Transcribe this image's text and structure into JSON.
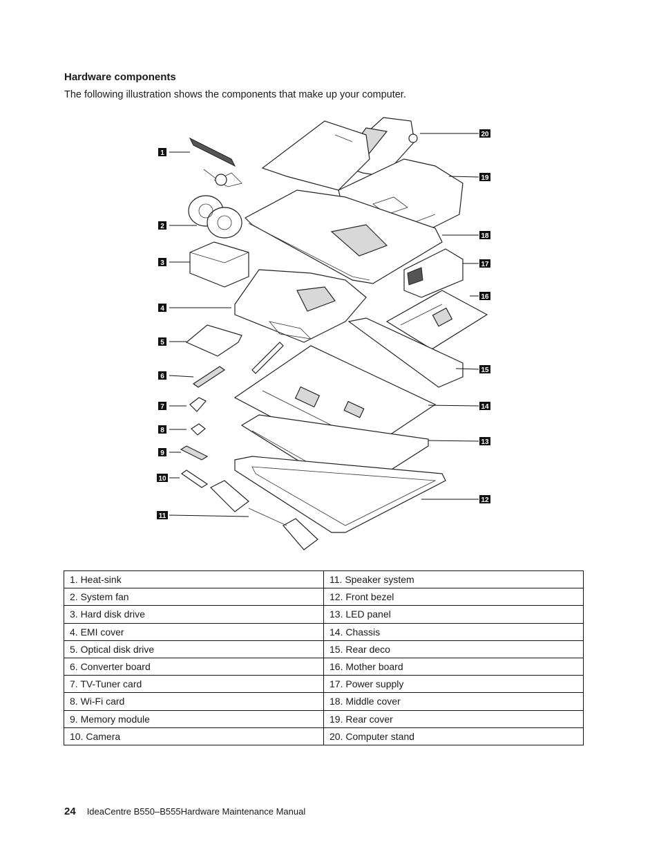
{
  "heading": "Hardware components",
  "intro": "The following illustration shows the components that make up your computer.",
  "callouts": [
    "1",
    "2",
    "3",
    "4",
    "5",
    "6",
    "7",
    "8",
    "9",
    "10",
    "11",
    "12",
    "13",
    "14",
    "15",
    "16",
    "17",
    "18",
    "19",
    "20"
  ],
  "rows": [
    [
      "1.  Heat-sink",
      "11.  Speaker system"
    ],
    [
      "2.  System fan",
      "12.  Front bezel"
    ],
    [
      "3.  Hard disk drive",
      "13.  LED panel"
    ],
    [
      "4.  EMI cover",
      "14.  Chassis"
    ],
    [
      "5.  Optical disk drive",
      "15.  Rear deco"
    ],
    [
      "6.  Converter board",
      "16.  Mother board"
    ],
    [
      "7.  TV-Tuner card",
      "17.  Power supply"
    ],
    [
      "8.  Wi-Fi card",
      "18.  Middle cover"
    ],
    [
      "9.  Memory module",
      "19.  Rear cover"
    ],
    [
      "10.  Camera",
      "20.  Computer stand"
    ]
  ],
  "footer": {
    "page_number": "24",
    "title": "IdeaCentre B550–B555Hardware Maintenance Manual"
  }
}
